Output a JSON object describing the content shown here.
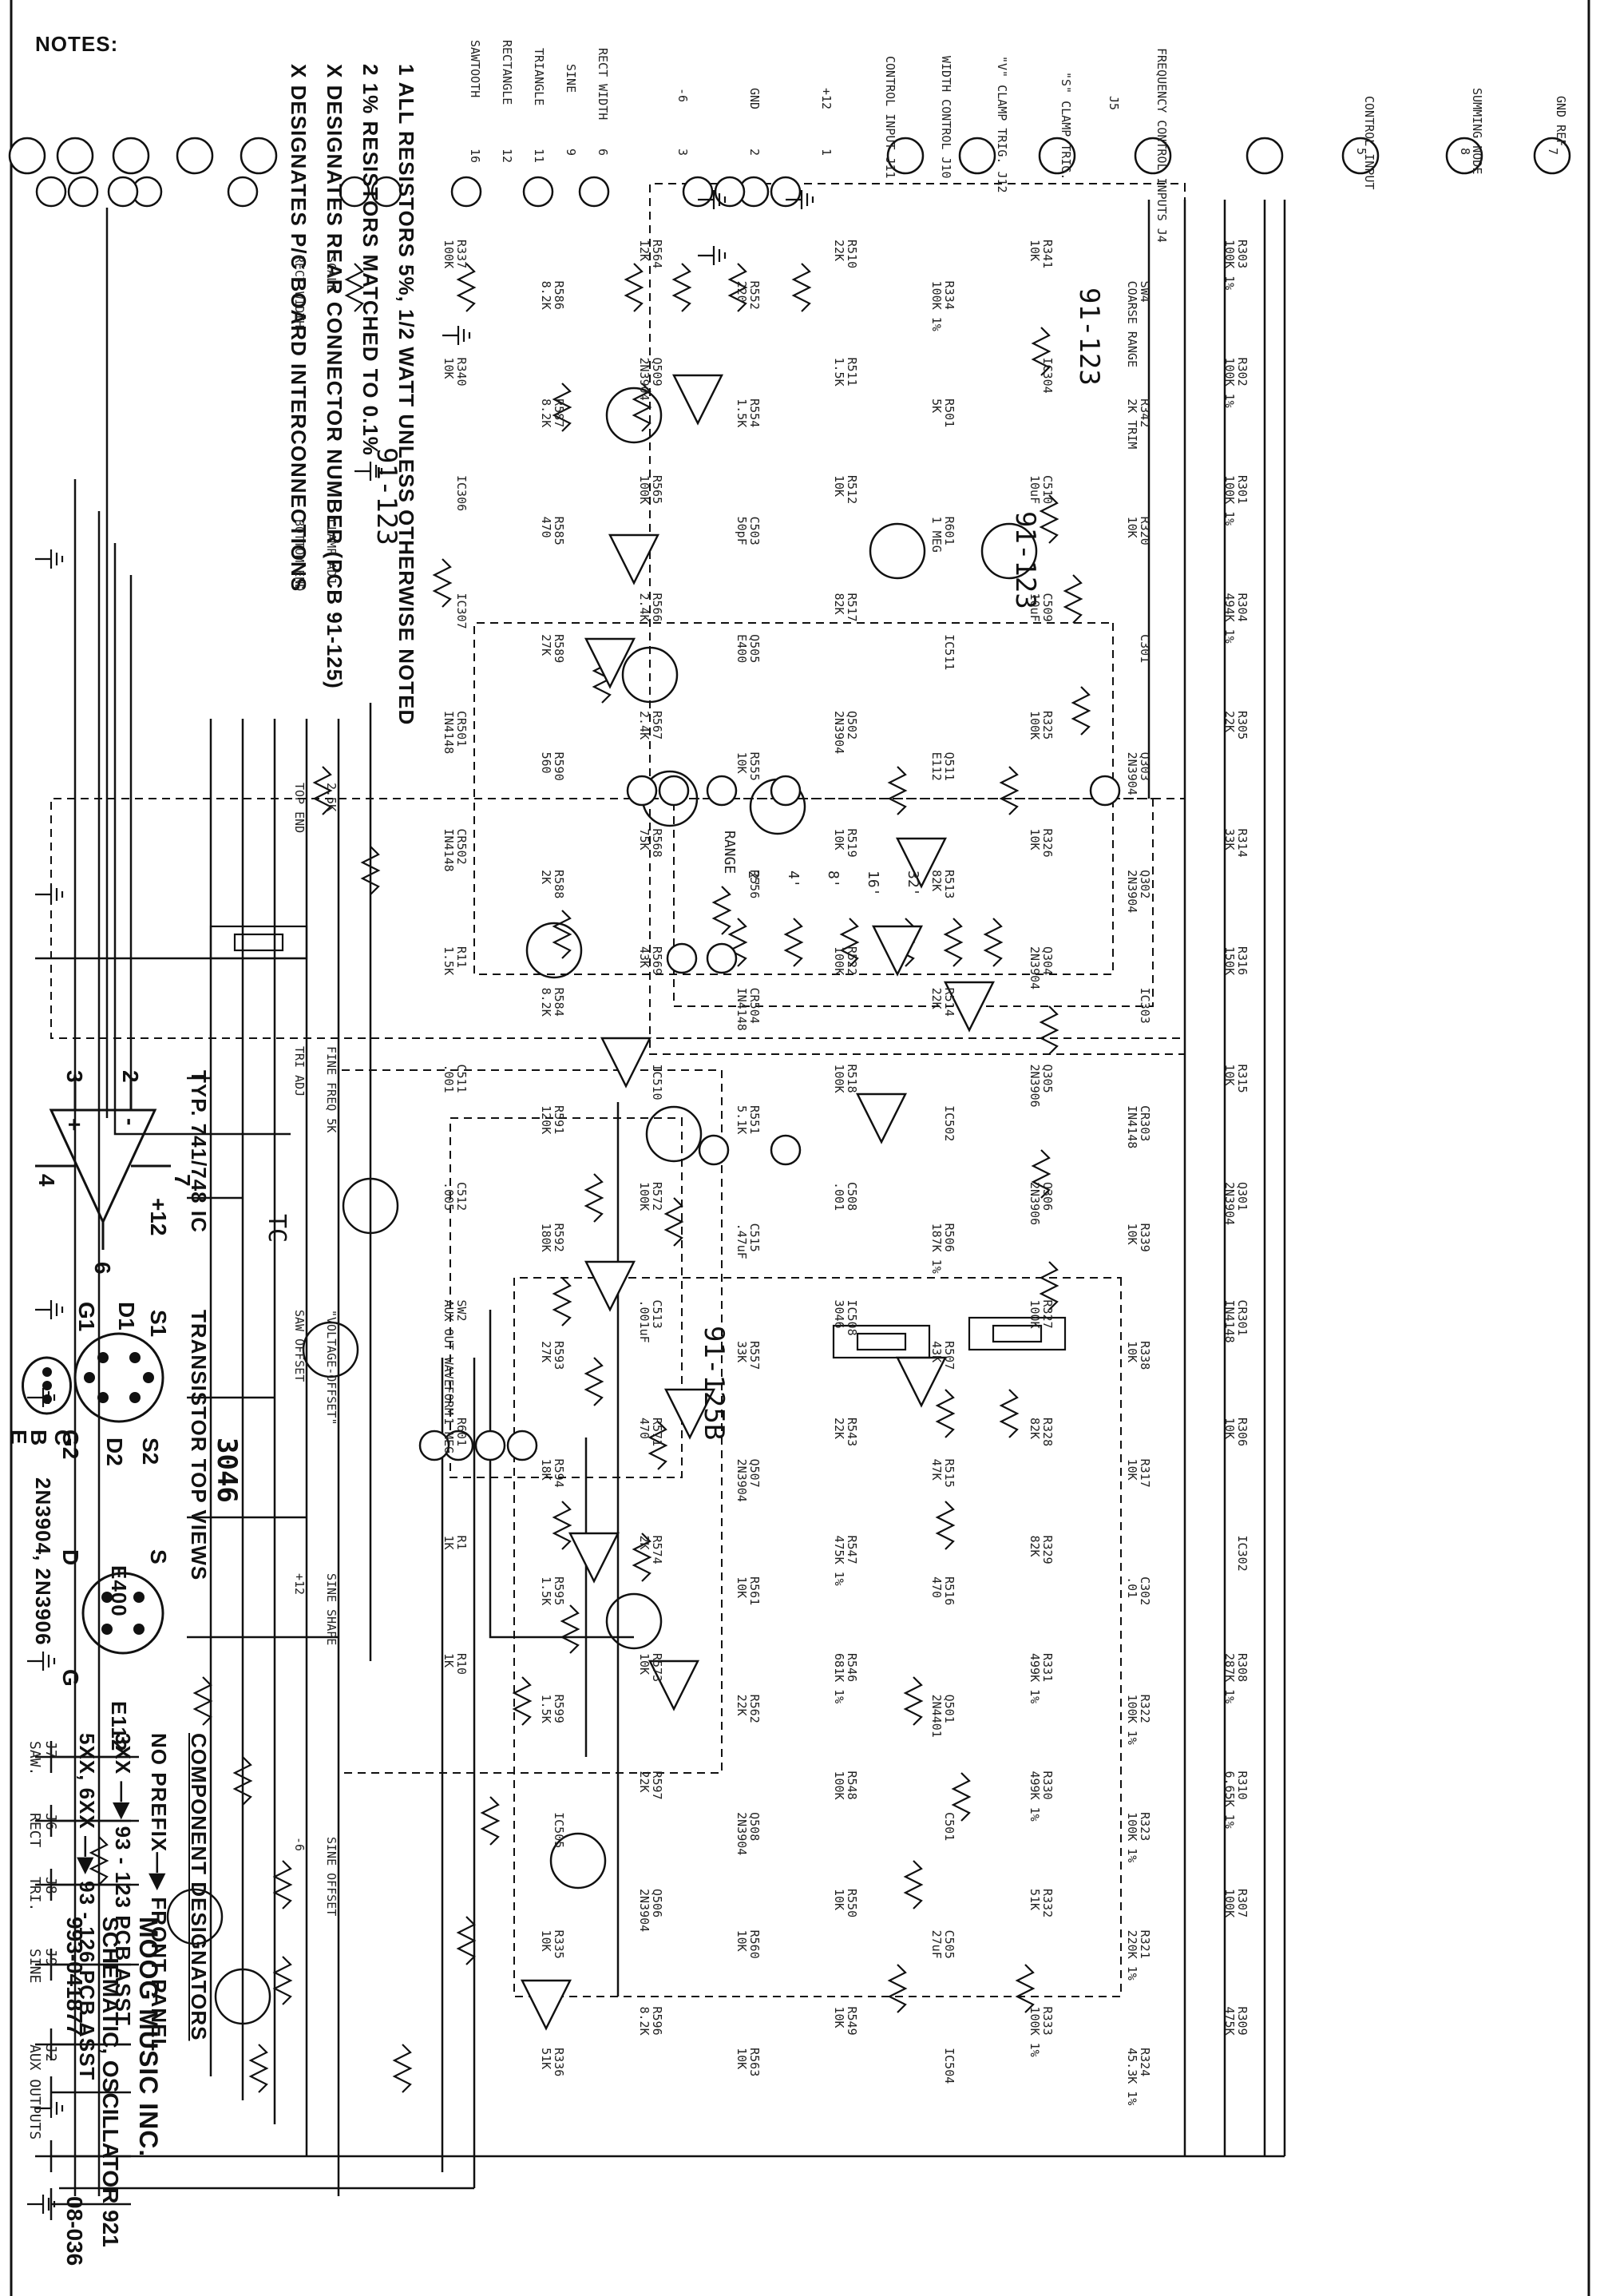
{
  "notes": {
    "heading": "NOTES:",
    "items": [
      "ALL RESISTORS 5%, 1/2 WATT UNLESS OTHERWISE NOTED",
      "1% RESISTORS MATCHED TO 0.1%",
      "DESIGNATES REAR CONNECTOR NUMBER (PCB 91-125)",
      "DESIGNATES P/C BOARD INTERCONNECTIONS"
    ],
    "symbols": [
      "1",
      "2",
      "X",
      "X"
    ]
  },
  "opamp": {
    "label": "TYP. 741/748 IC",
    "pins": {
      "p2": "2",
      "p3": "3",
      "p4": "4",
      "p6": "6",
      "p7": "7",
      "plus12": "+12",
      "minus": "-",
      "plus": "+"
    }
  },
  "transistors": {
    "heading": "TRANSISTOR TOP VIEWS",
    "e400": {
      "pins_top": "S1",
      "pins_left": "D1",
      "pins_bottom": "G1",
      "pins_right": "S2",
      "pins_d2": "D2",
      "pins_g2": "G2",
      "part": "E400"
    },
    "e112": {
      "s": "S",
      "d": "D",
      "g": "G",
      "part": "E112"
    },
    "bjt": {
      "c": "C",
      "b": "B",
      "e": "E",
      "part": "2N3904, 2N3906"
    }
  },
  "designators": {
    "heading": "COMPONENT DESIGNATORS",
    "lines": [
      "NO PREFIX—▶ FRONT PANEL",
      "3XX —▶ 93 - 123 PCB ASST",
      "5XX, 6XX —▶ 93 - 126 PCB ASST"
    ]
  },
  "titleblock": {
    "company": "MOOG MUSIC INC.",
    "title": "SCHEMATIC, OSCILLATOR 921",
    "number": "993-041877",
    "code": "08-036"
  },
  "inputs": [
    {
      "num": "7",
      "label": "GND REF"
    },
    {
      "num": "8",
      "label": "SUMMING NODE"
    },
    {
      "num": "5",
      "label": "CONTROL INPUT"
    },
    {
      "num": "",
      "label": "FREQUENCY CONTROL INPUTS J4"
    },
    {
      "num": "",
      "label": "J5"
    },
    {
      "num": "",
      "label": "\"S\" CLAMP TRIG."
    },
    {
      "num": "",
      "label": "\"V\" CLAMP TRIG. J12"
    },
    {
      "num": "",
      "label": "WIDTH CONTROL J10"
    },
    {
      "num": "",
      "label": "CONTROL INPUT J11"
    },
    {
      "num": "1",
      "label": "+12"
    },
    {
      "num": "2",
      "label": "GND"
    },
    {
      "num": "3",
      "label": "-6"
    }
  ],
  "left_outputs": [
    {
      "num": "6",
      "label": "RECT WIDTH"
    },
    {
      "num": "9",
      "label": "SINE"
    },
    {
      "num": "11",
      "label": "TRIANGLE"
    },
    {
      "num": "12",
      "label": "RECTANGLE"
    },
    {
      "num": "16",
      "label": "SAWTOOTH"
    }
  ],
  "right_outputs": [
    {
      "label": "SAW.",
      "jack": "J7"
    },
    {
      "label": "RECT",
      "jack": "J6"
    },
    {
      "label": "TRI.",
      "jack": "J8"
    },
    {
      "label": "SINE",
      "jack": "J9"
    },
    {
      "label": "AUX OUTPUTS",
      "jack": "J2"
    }
  ],
  "board_labels": [
    "91-123",
    "91-123",
    "91-123",
    "91-125B",
    "TC"
  ],
  "big_labels": {
    "ic3046": "3046"
  },
  "components": [
    {
      "ref": "R303",
      "val": "100K 1%"
    },
    {
      "ref": "R302",
      "val": "100K 1%"
    },
    {
      "ref": "R301",
      "val": "100K 1%"
    },
    {
      "ref": "R304",
      "val": "494K 1%"
    },
    {
      "ref": "R305",
      "val": "22K"
    },
    {
      "ref": "R314",
      "val": "33K"
    },
    {
      "ref": "R316",
      "val": "150K"
    },
    {
      "ref": "R315",
      "val": "10K"
    },
    {
      "ref": "Q301",
      "val": "2N3904"
    },
    {
      "ref": "CR301",
      "val": "IN4148"
    },
    {
      "ref": "R306",
      "val": "10K"
    },
    {
      "ref": "IC302",
      "val": ""
    },
    {
      "ref": "R308",
      "val": "287K 1%"
    },
    {
      "ref": "R310",
      "val": "6.65K 1%"
    },
    {
      "ref": "R307",
      "val": "100K"
    },
    {
      "ref": "R309",
      "val": "475K"
    },
    {
      "ref": "SW4",
      "val": "COARSE RANGE"
    },
    {
      "ref": "R342",
      "val": "2K TRIM"
    },
    {
      "ref": "R320",
      "val": "10K"
    },
    {
      "ref": "C301",
      "val": ""
    },
    {
      "ref": "Q303",
      "val": "2N3904"
    },
    {
      "ref": "Q302",
      "val": "2N3904"
    },
    {
      "ref": "IC303",
      "val": ""
    },
    {
      "ref": "CR303",
      "val": "IN4148"
    },
    {
      "ref": "R339",
      "val": "10K"
    },
    {
      "ref": "R338",
      "val": "10K"
    },
    {
      "ref": "R317",
      "val": "10K"
    },
    {
      "ref": "C302",
      "val": ".01"
    },
    {
      "ref": "R322",
      "val": "100K 1%"
    },
    {
      "ref": "R323",
      "val": "100K 1%"
    },
    {
      "ref": "R321",
      "val": "220K 1%"
    },
    {
      "ref": "R324",
      "val": "45.3K 1%"
    },
    {
      "ref": "R341",
      "val": "10K"
    },
    {
      "ref": "IC304",
      "val": ""
    },
    {
      "ref": "C510",
      "val": "10uF"
    },
    {
      "ref": "C509",
      "val": "10uF"
    },
    {
      "ref": "R325",
      "val": "100K"
    },
    {
      "ref": "R326",
      "val": "10K"
    },
    {
      "ref": "Q304",
      "val": "2N3904"
    },
    {
      "ref": "Q305",
      "val": "2N3906"
    },
    {
      "ref": "Q306",
      "val": "2N3906"
    },
    {
      "ref": "R327",
      "val": "100K"
    },
    {
      "ref": "R328",
      "val": "82K"
    },
    {
      "ref": "R329",
      "val": "82K"
    },
    {
      "ref": "R331",
      "val": "499K 1%"
    },
    {
      "ref": "R330",
      "val": "499K 1%"
    },
    {
      "ref": "R332",
      "val": "51K"
    },
    {
      "ref": "R333",
      "val": "100K 1%"
    },
    {
      "ref": "R334",
      "val": "100K 1%"
    },
    {
      "ref": "R501",
      "val": "5K"
    },
    {
      "ref": "R601",
      "val": "1 MEG"
    },
    {
      "ref": "IC511",
      "val": ""
    },
    {
      "ref": "Q511",
      "val": "E112"
    },
    {
      "ref": "R513",
      "val": "82K"
    },
    {
      "ref": "R514",
      "val": "22K"
    },
    {
      "ref": "IC502",
      "val": ""
    },
    {
      "ref": "R506",
      "val": "187K 1%"
    },
    {
      "ref": "R507",
      "val": "43K"
    },
    {
      "ref": "R515",
      "val": "47K"
    },
    {
      "ref": "R516",
      "val": "470"
    },
    {
      "ref": "Q501",
      "val": "2N4401"
    },
    {
      "ref": "C501",
      "val": ""
    },
    {
      "ref": "C505",
      "val": "27uF"
    },
    {
      "ref": "IC504",
      "val": ""
    },
    {
      "ref": "R510",
      "val": "22K"
    },
    {
      "ref": "R511",
      "val": "1.5K"
    },
    {
      "ref": "R512",
      "val": "10K"
    },
    {
      "ref": "R517",
      "val": "82K"
    },
    {
      "ref": "Q502",
      "val": "2N3904"
    },
    {
      "ref": "R519",
      "val": "10K"
    },
    {
      "ref": "R522",
      "val": "100K"
    },
    {
      "ref": "R518",
      "val": "100K"
    },
    {
      "ref": "C508",
      "val": ".001"
    },
    {
      "ref": "IC508",
      "val": "3046"
    },
    {
      "ref": "R543",
      "val": "22K"
    },
    {
      "ref": "R547",
      "val": "475K 1%"
    },
    {
      "ref": "R546",
      "val": "681K 1%"
    },
    {
      "ref": "R548",
      "val": "100K"
    },
    {
      "ref": "R550",
      "val": "10K"
    },
    {
      "ref": "R549",
      "val": "10K"
    },
    {
      "ref": "R552",
      "val": "220"
    },
    {
      "ref": "R554",
      "val": "1.5K"
    },
    {
      "ref": "C503",
      "val": "50pF"
    },
    {
      "ref": "Q505",
      "val": "E400"
    },
    {
      "ref": "R555",
      "val": "10K"
    },
    {
      "ref": "R556",
      "val": ""
    },
    {
      "ref": "CR504",
      "val": "IN4148"
    },
    {
      "ref": "R551",
      "val": "5.1K"
    },
    {
      "ref": "C515",
      "val": ".47uF"
    },
    {
      "ref": "R557",
      "val": "33K"
    },
    {
      "ref": "Q507",
      "val": "2N3904"
    },
    {
      "ref": "R561",
      "val": "10K"
    },
    {
      "ref": "R562",
      "val": "22K"
    },
    {
      "ref": "Q508",
      "val": "2N3904"
    },
    {
      "ref": "R560",
      "val": "10K"
    },
    {
      "ref": "R563",
      "val": "10K"
    },
    {
      "ref": "R564",
      "val": "12K"
    },
    {
      "ref": "Q509",
      "val": "2N3904"
    },
    {
      "ref": "R565",
      "val": "100K"
    },
    {
      "ref": "R566",
      "val": "2.4K"
    },
    {
      "ref": "R567",
      "val": "2.4K"
    },
    {
      "ref": "R568",
      "val": "75K"
    },
    {
      "ref": "R569",
      "val": "43K"
    },
    {
      "ref": "IC510",
      "val": ""
    },
    {
      "ref": "R572",
      "val": "100K"
    },
    {
      "ref": "C513",
      "val": ".001uF"
    },
    {
      "ref": "R571",
      "val": "470"
    },
    {
      "ref": "R574",
      "val": "2K"
    },
    {
      "ref": "R573",
      "val": "10K"
    },
    {
      "ref": "R597",
      "val": "22K"
    },
    {
      "ref": "Q506",
      "val": "2N3904"
    },
    {
      "ref": "R596",
      "val": "8.2K"
    },
    {
      "ref": "R586",
      "val": "8.2K"
    },
    {
      "ref": "R587",
      "val": "8.2K"
    },
    {
      "ref": "R585",
      "val": "470"
    },
    {
      "ref": "R589",
      "val": "27K"
    },
    {
      "ref": "R590",
      "val": "560"
    },
    {
      "ref": "R588",
      "val": "2K"
    },
    {
      "ref": "R584",
      "val": "8.2K"
    },
    {
      "ref": "R591",
      "val": "120K"
    },
    {
      "ref": "R592",
      "val": "180K"
    },
    {
      "ref": "R593",
      "val": "27K"
    },
    {
      "ref": "R594",
      "val": "18K"
    },
    {
      "ref": "R595",
      "val": "1.5K"
    },
    {
      "ref": "R599",
      "val": "1.5K"
    },
    {
      "ref": "IC505",
      "val": ""
    },
    {
      "ref": "R335",
      "val": "10K"
    },
    {
      "ref": "R336",
      "val": "51K"
    },
    {
      "ref": "R337",
      "val": "100K"
    },
    {
      "ref": "R340",
      "val": "10K"
    },
    {
      "ref": "IC306",
      "val": ""
    },
    {
      "ref": "IC307",
      "val": ""
    },
    {
      "ref": "CR501",
      "val": "IN4148"
    },
    {
      "ref": "CR502",
      "val": "IN4148"
    },
    {
      "ref": "R11",
      "val": "1.5K"
    },
    {
      "ref": "C511",
      "val": ".001"
    },
    {
      "ref": "C512",
      "val": ".005"
    },
    {
      "ref": "SW2",
      "val": "AUX OUT WAVEFORM"
    },
    {
      "ref": "R601",
      "val": "1 MEG"
    },
    {
      "ref": "R1",
      "val": "1K"
    },
    {
      "ref": "R10",
      "val": "1K"
    }
  ],
  "range_switch": {
    "labels": [
      "2'",
      "4'",
      "8'",
      "16'",
      "32'"
    ],
    "name": "RANGE"
  },
  "misc_labels": [
    "SCALE",
    "CLAMP ADJ",
    "2.5K",
    "FINE FREQ 5K",
    "\"VOLTAGE-OFFSET\"",
    "SINE SHAPE",
    "SINE OFFSET",
    "RECT WIDTH",
    "BOTTOM END",
    "TOP END",
    "TRI ADJ",
    "SAW OFFSET",
    "+12",
    "-6"
  ]
}
